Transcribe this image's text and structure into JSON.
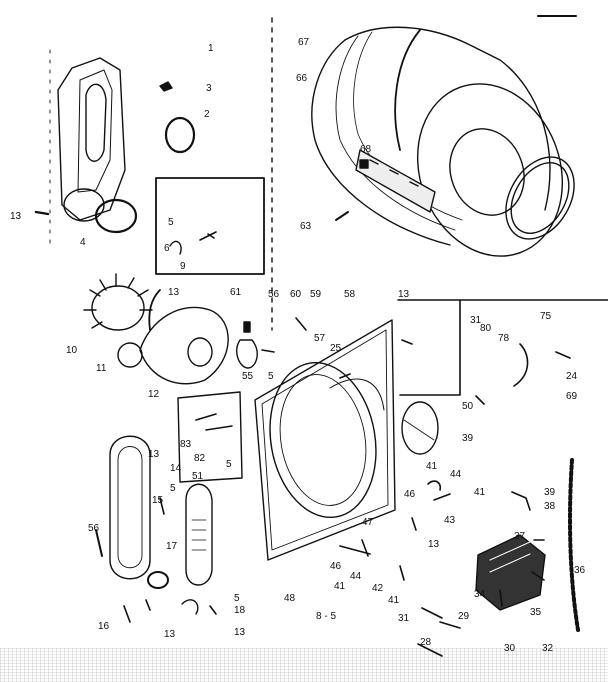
{
  "colors": {
    "ink": "#111111",
    "paper": "#ffffff"
  },
  "callouts": [
    {
      "id": "c67",
      "text": "67"
    },
    {
      "id": "c66",
      "text": "66"
    },
    {
      "id": "c3",
      "text": "3"
    },
    {
      "id": "c2",
      "text": "2"
    },
    {
      "id": "c1",
      "text": "1"
    },
    {
      "id": "c68",
      "text": "68"
    },
    {
      "id": "c13a",
      "text": "13"
    },
    {
      "id": "c4",
      "text": "4"
    },
    {
      "id": "c5a",
      "text": "5"
    },
    {
      "id": "c6",
      "text": "6"
    },
    {
      "id": "c9",
      "text": "9"
    },
    {
      "id": "c63",
      "text": "63"
    },
    {
      "id": "c13b",
      "text": "13"
    },
    {
      "id": "c61",
      "text": "61"
    },
    {
      "id": "c56a",
      "text": "56"
    },
    {
      "id": "c60",
      "text": "60"
    },
    {
      "id": "c59",
      "text": "59"
    },
    {
      "id": "c58",
      "text": "58"
    },
    {
      "id": "c13c",
      "text": "13"
    },
    {
      "id": "c75",
      "text": "75"
    },
    {
      "id": "c31a",
      "text": "31"
    },
    {
      "id": "c80",
      "text": "80"
    },
    {
      "id": "c78",
      "text": "78"
    },
    {
      "id": "c10",
      "text": "10"
    },
    {
      "id": "c11",
      "text": "11"
    },
    {
      "id": "c57",
      "text": "57"
    },
    {
      "id": "c25",
      "text": "25"
    },
    {
      "id": "c24",
      "text": "24"
    },
    {
      "id": "c69",
      "text": "69"
    },
    {
      "id": "c55",
      "text": "55"
    },
    {
      "id": "c5b",
      "text": "5"
    },
    {
      "id": "c12",
      "text": "12"
    },
    {
      "id": "c50",
      "text": "50"
    },
    {
      "id": "c83",
      "text": "83"
    },
    {
      "id": "c82",
      "text": "82"
    },
    {
      "id": "c5c",
      "text": "5"
    },
    {
      "id": "c39a",
      "text": "39"
    },
    {
      "id": "c13d",
      "text": "13"
    },
    {
      "id": "c14",
      "text": "14"
    },
    {
      "id": "c51",
      "text": "51"
    },
    {
      "id": "c41a",
      "text": "41"
    },
    {
      "id": "c44",
      "text": "44"
    },
    {
      "id": "c5d",
      "text": "5"
    },
    {
      "id": "c46",
      "text": "46"
    },
    {
      "id": "c41b",
      "text": "41"
    },
    {
      "id": "c39b",
      "text": "39"
    },
    {
      "id": "c38",
      "text": "38"
    },
    {
      "id": "c15",
      "text": "15"
    },
    {
      "id": "c47",
      "text": "47"
    },
    {
      "id": "c43",
      "text": "43"
    },
    {
      "id": "c13e",
      "text": "13"
    },
    {
      "id": "c56b",
      "text": "56"
    },
    {
      "id": "c17",
      "text": "17"
    },
    {
      "id": "c37",
      "text": "37"
    },
    {
      "id": "c46b",
      "text": "46"
    },
    {
      "id": "c44b",
      "text": "44"
    },
    {
      "id": "c41c",
      "text": "41"
    },
    {
      "id": "c42",
      "text": "42"
    },
    {
      "id": "c36",
      "text": "36"
    },
    {
      "id": "c48",
      "text": "48"
    },
    {
      "id": "c41d",
      "text": "41"
    },
    {
      "id": "c34",
      "text": "34"
    },
    {
      "id": "c5e",
      "text": "5"
    },
    {
      "id": "c18",
      "text": "18"
    },
    {
      "id": "c35",
      "text": "35"
    },
    {
      "id": "c16",
      "text": "16"
    },
    {
      "id": "c13f",
      "text": "13"
    },
    {
      "id": "c13g",
      "text": "13"
    },
    {
      "id": "c85",
      "text": "8 - 5"
    },
    {
      "id": "c31b",
      "text": "31"
    },
    {
      "id": "c29",
      "text": "29"
    },
    {
      "id": "c28",
      "text": "28"
    },
    {
      "id": "c30",
      "text": "30"
    },
    {
      "id": "c32",
      "text": "32"
    }
  ]
}
